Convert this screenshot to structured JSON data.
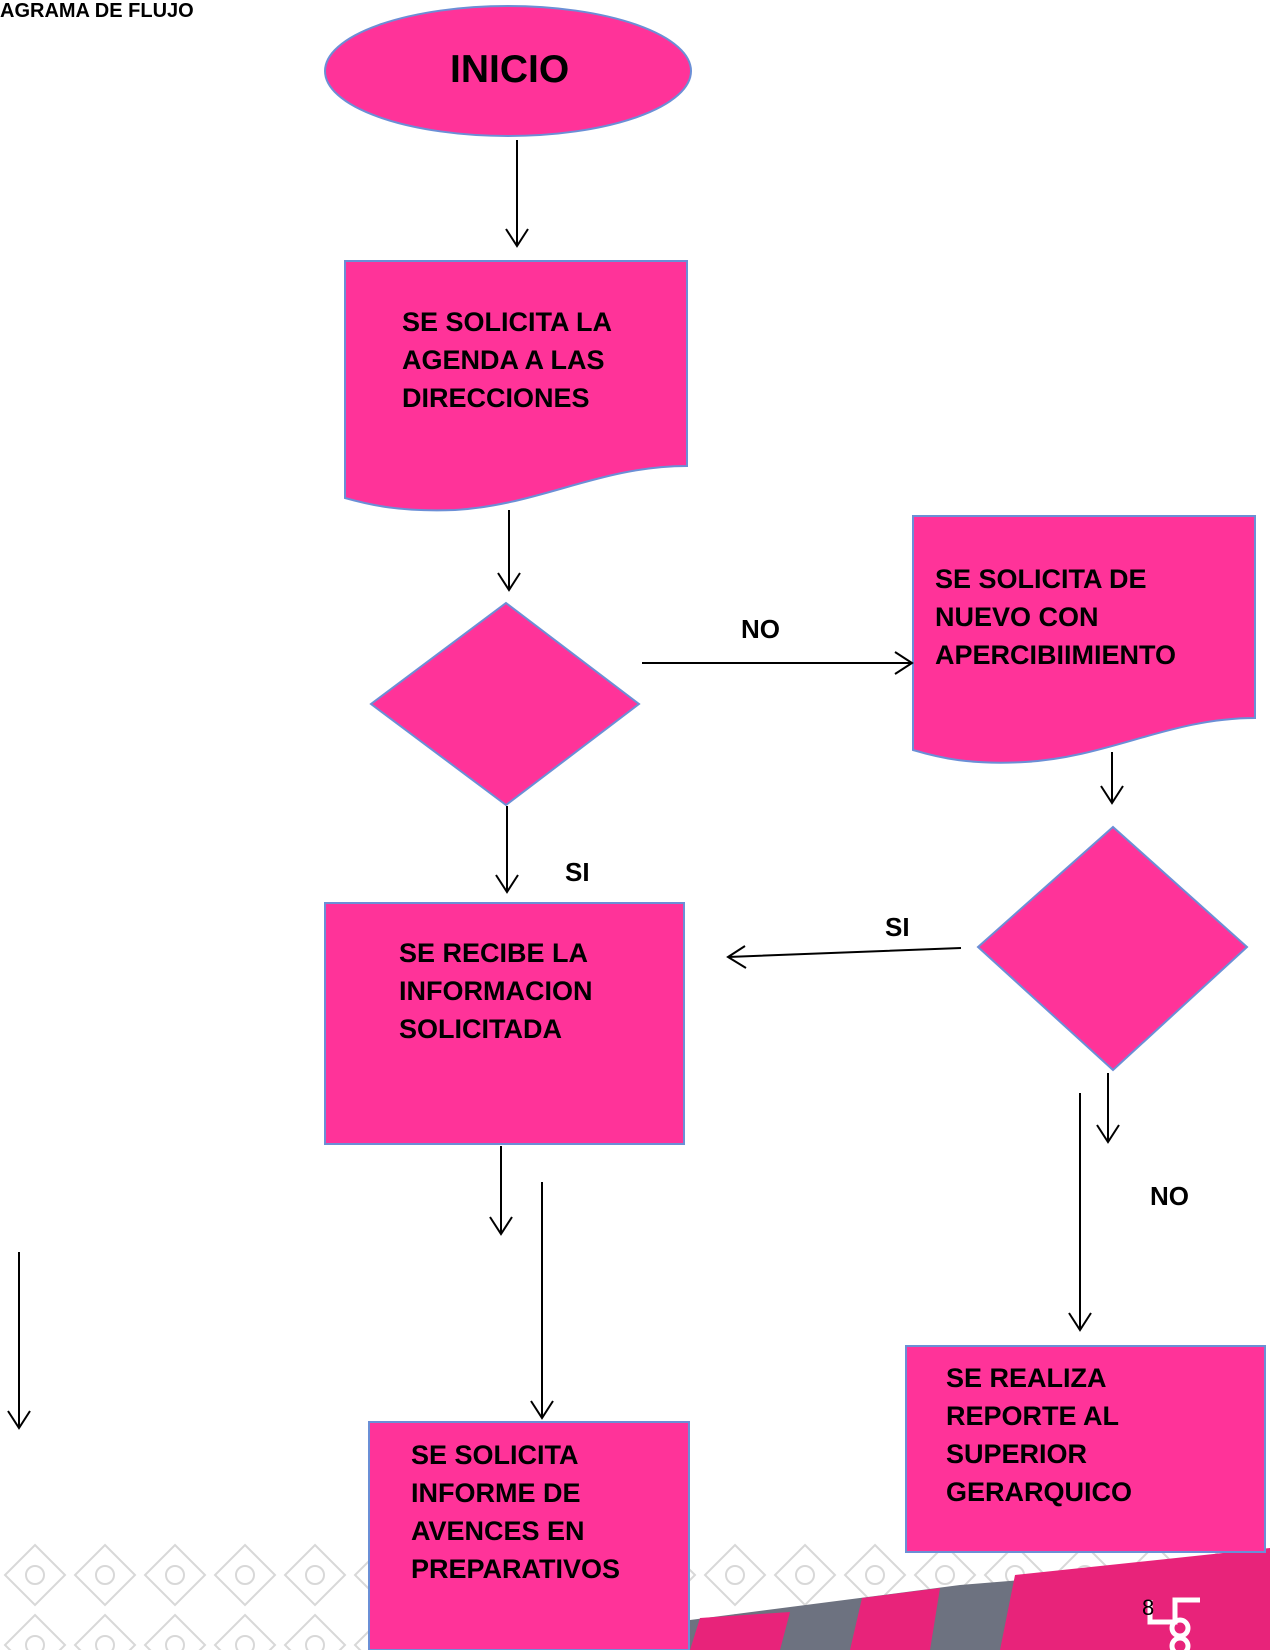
{
  "title": "AGRAMA DE FLUJO",
  "colors": {
    "shape_fill": "#FF3399",
    "shape_stroke": "#6b8fd6",
    "footer_pink": "#E8237A",
    "footer_gray": "#6d7280"
  },
  "nodes": {
    "start": "INICIO",
    "request_agenda": "SE SOLICITA LA\nAGENDA A LAS\nDIRECCIONES",
    "request_again": "SE SOLICITA DE\nNUEVO CON\nAPERCIBIIMIENTO",
    "receive_info": "SE RECIBE LA\nINFORMACION\nSOLICITADA",
    "report_superior": "SE REALIZA\nREPORTE AL\nSUPERIOR\nGERARQUICO",
    "request_progress": "SE SOLICITA\nINFORME DE\nAVENCES EN\nPREPARATIVOS"
  },
  "edge_labels": {
    "no_1": "NO",
    "si_1": "SI",
    "si_2": "SI",
    "no_2": "NO"
  },
  "page_number": "8"
}
